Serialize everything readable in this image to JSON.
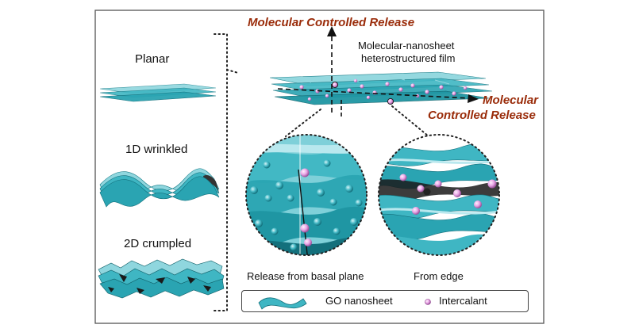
{
  "labels": {
    "planar": "Planar",
    "wrinkled_1d": "1D wrinkled",
    "crumpled_2d": "2D crumpled",
    "release_top": "Molecular Controlled Release",
    "release_right_line1": "Molecular",
    "release_right_line2": "Controlled Release",
    "film_line1": "Molecular-nanosheet",
    "film_line2": "heterostructured film",
    "basal": "Release from basal plane",
    "edge": "From edge"
  },
  "legend": {
    "nanosheet": "GO nanosheet",
    "intercalant": "Intercalant"
  },
  "colors": {
    "sheet": "#3fb6c3",
    "sheet_dark": "#13707c",
    "sheet_light": "#8fd6de",
    "intercalant": "#e9a6e6",
    "accent_red": "#9a2c0a",
    "frame": "#555555"
  }
}
